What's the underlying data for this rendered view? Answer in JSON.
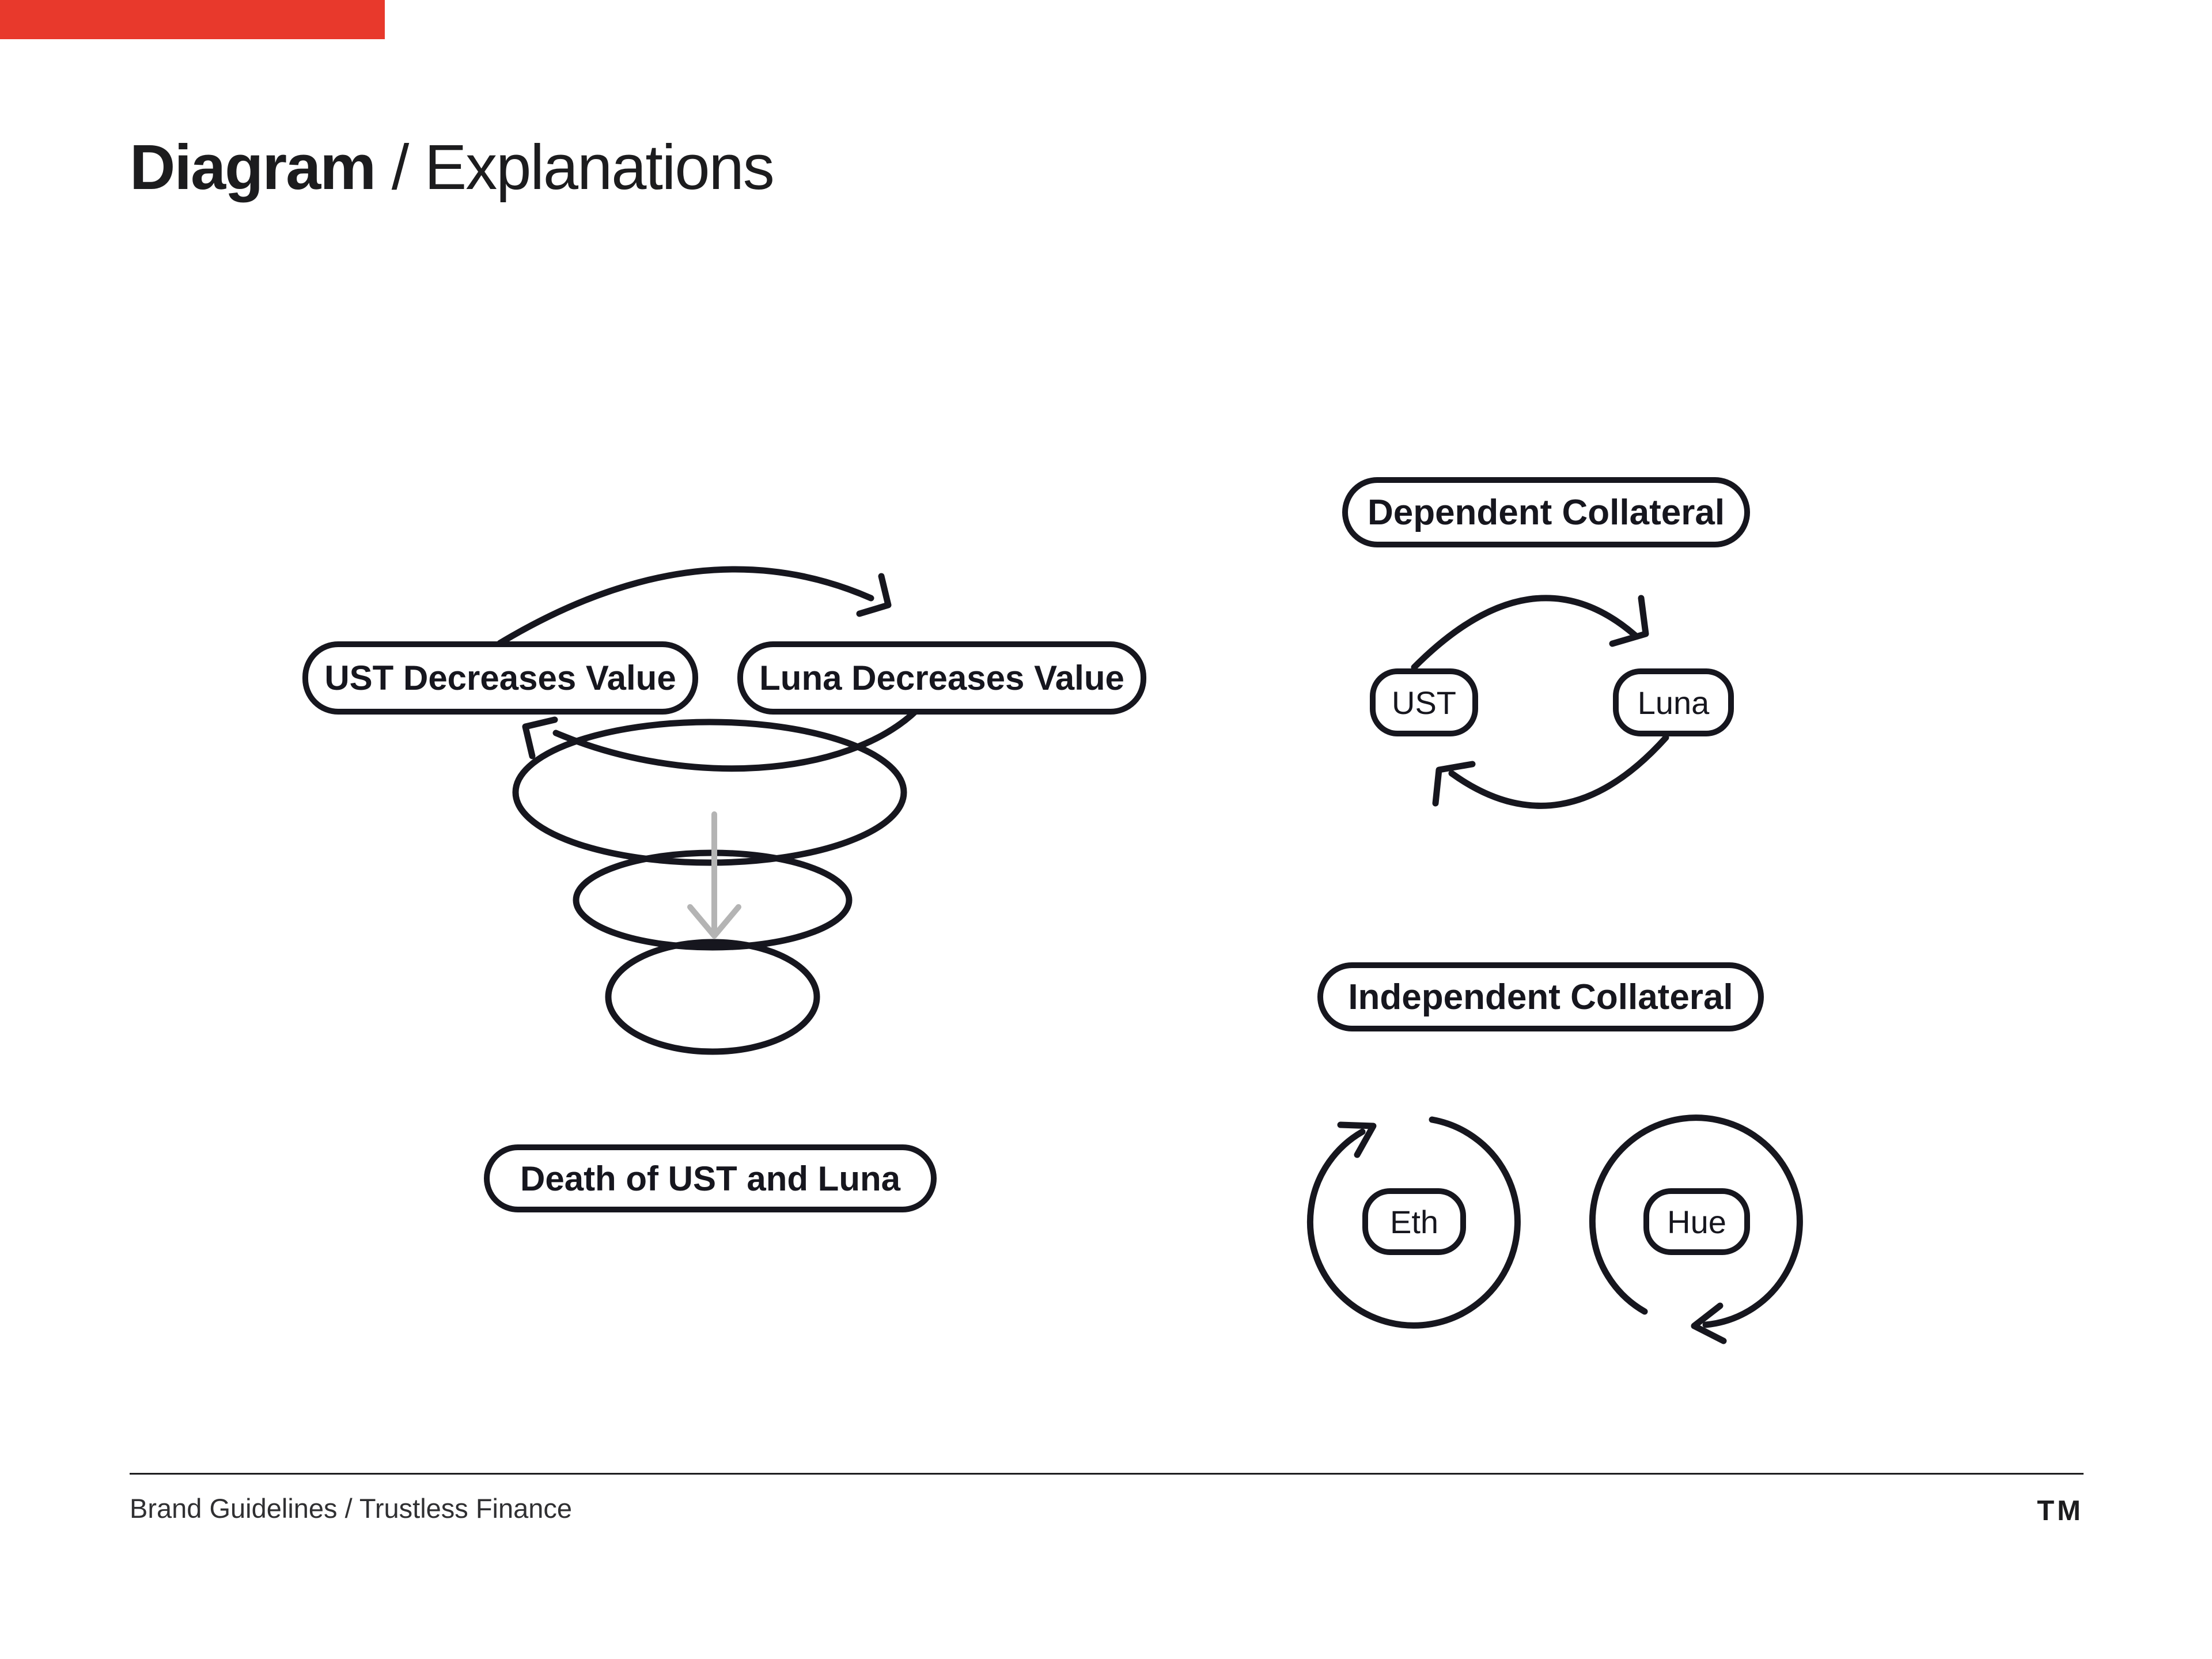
{
  "colors": {
    "background": "#ffffff",
    "ink": "#16161e",
    "accent_red": "#e8392c",
    "gray_arrow": "#b4b4b4",
    "footer_text": "#303032"
  },
  "header": {
    "title_bold": "Diagram",
    "title_rest": " / Explanations"
  },
  "left_diagram": {
    "pill_ust": "UST Decreases Value",
    "pill_luna": "Luna Decreases Value",
    "pill_death": "Death of UST and Luna"
  },
  "right_diagram": {
    "dependent_label": "Dependent Collateral",
    "token_ust": "UST",
    "token_luna": "Luna",
    "independent_label": "Independent Collateral",
    "token_eth": "Eth",
    "token_hue": "Hue"
  },
  "footer": {
    "left": "Brand Guidelines / Trustless Finance",
    "trademark": "TM"
  }
}
